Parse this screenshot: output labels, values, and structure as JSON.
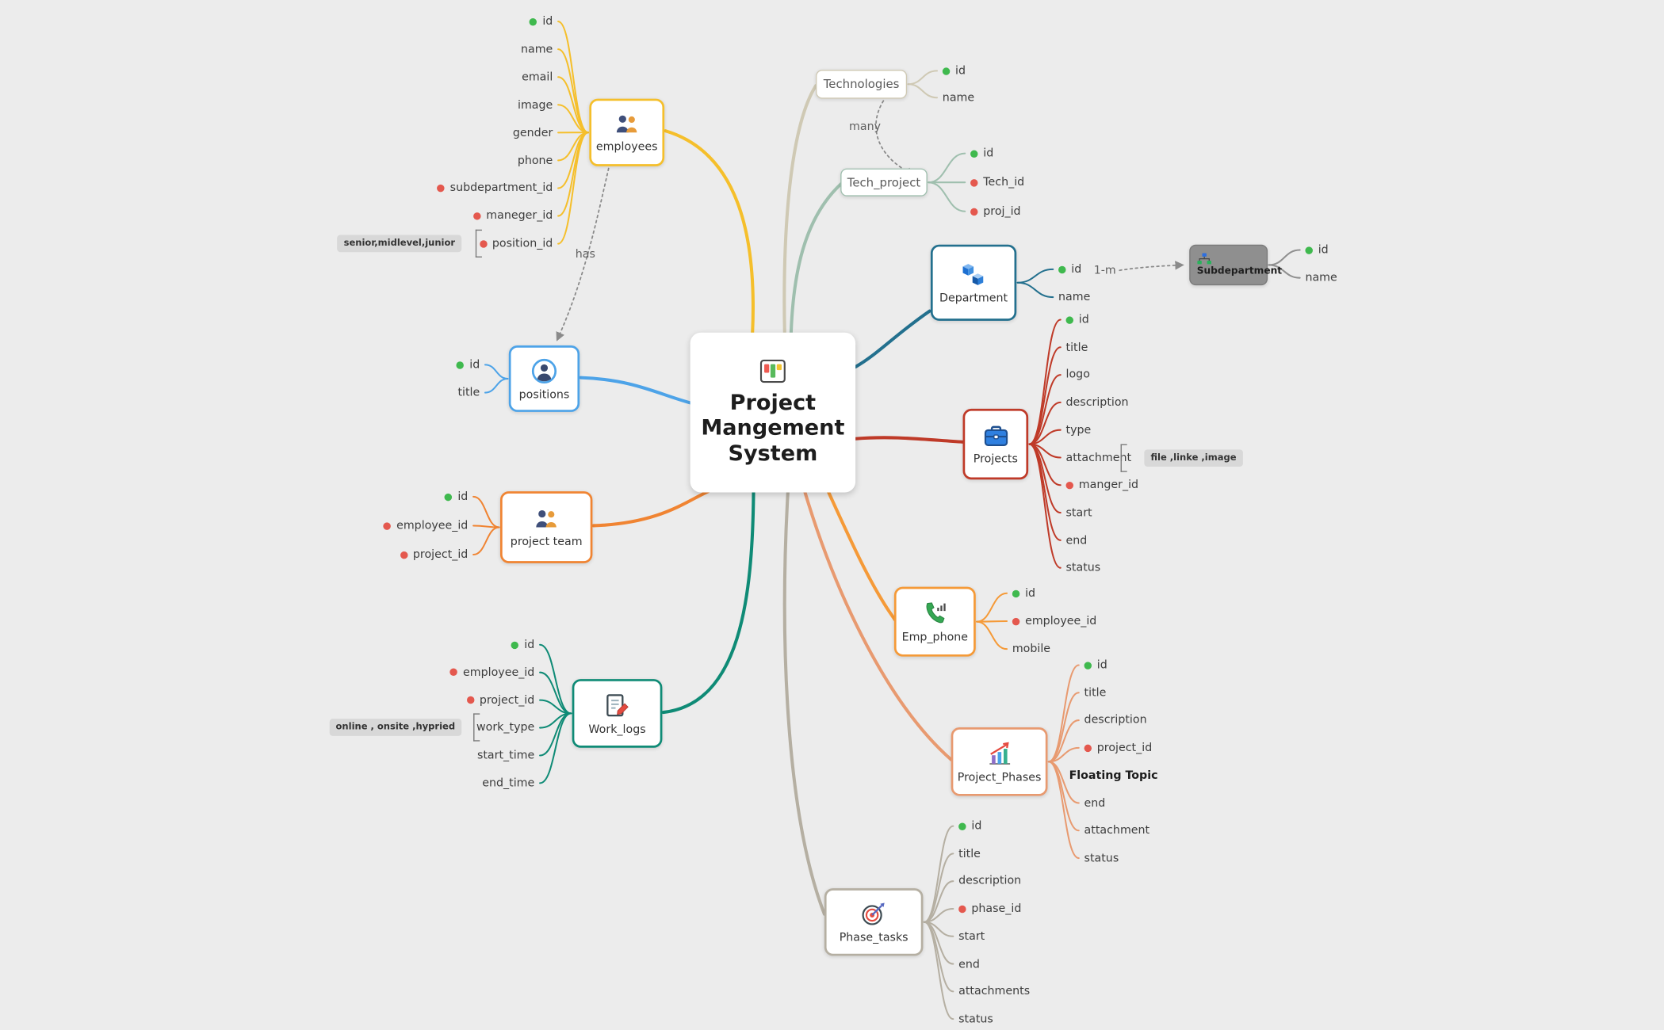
{
  "diagram": {
    "type": "mindmap"
  },
  "center": {
    "title": "Project Mangement System"
  },
  "colors": {
    "background": "#ececec",
    "primary_key_dot": "#3fb94e",
    "foreign_key_dot": "#e4584e",
    "note_chip_bg": "#d8d8d8",
    "relation_line": "#8a8a8a"
  },
  "entities": [
    {
      "label": "employees",
      "accent": "#f5bf2b",
      "fields": [
        {
          "name": "id",
          "key": "pk"
        },
        {
          "name": "name"
        },
        {
          "name": "email"
        },
        {
          "name": "image"
        },
        {
          "name": "gender"
        },
        {
          "name": "phone"
        },
        {
          "name": "subdepartment_id",
          "key": "fk"
        },
        {
          "name": "maneger_id",
          "key": "fk"
        },
        {
          "name": "position_id",
          "key": "fk",
          "note": "senior,midlevel,junior"
        }
      ]
    },
    {
      "label": "positions",
      "accent": "#4da3e8",
      "fields": [
        {
          "name": "id",
          "key": "pk"
        },
        {
          "name": "title"
        }
      ]
    },
    {
      "label": "project team",
      "accent": "#f08432",
      "fields": [
        {
          "name": "id",
          "key": "pk"
        },
        {
          "name": "employee_id",
          "key": "fk"
        },
        {
          "name": "project_id",
          "key": "fk"
        }
      ]
    },
    {
      "label": "Work_logs",
      "accent": "#0f8b76",
      "fields": [
        {
          "name": "id",
          "key": "pk"
        },
        {
          "name": "employee_id",
          "key": "fk"
        },
        {
          "name": "project_id",
          "key": "fk"
        },
        {
          "name": "work_type",
          "note": "online , onsite ,hypried"
        },
        {
          "name": "start_time"
        },
        {
          "name": "end_time"
        }
      ]
    },
    {
      "label": "Technologies",
      "accent": "#cfc9b4",
      "fields": [
        {
          "name": "id",
          "key": "pk"
        },
        {
          "name": "name"
        }
      ]
    },
    {
      "label": "Tech_project",
      "accent": "#9fbfae",
      "fields": [
        {
          "name": "id",
          "key": "pk"
        },
        {
          "name": "Tech_id",
          "key": "fk"
        },
        {
          "name": "proj_id",
          "key": "fk"
        }
      ]
    },
    {
      "label": "Department",
      "accent": "#23708e",
      "fields": [
        {
          "name": "id",
          "key": "pk"
        },
        {
          "name": "name"
        }
      ]
    },
    {
      "label": "Subdepartment",
      "accent": "#8f8f8f",
      "fields": [
        {
          "name": "id",
          "key": "pk"
        },
        {
          "name": "name"
        }
      ]
    },
    {
      "label": "Projects",
      "accent": "#bf3a28",
      "fields": [
        {
          "name": "id",
          "key": "pk"
        },
        {
          "name": "title"
        },
        {
          "name": "logo"
        },
        {
          "name": "description"
        },
        {
          "name": "type"
        },
        {
          "name": "attachment",
          "note": "file ,linke ,image"
        },
        {
          "name": "manger_id",
          "key": "fk"
        },
        {
          "name": "start"
        },
        {
          "name": "end"
        },
        {
          "name": "status"
        }
      ]
    },
    {
      "label": "Emp_phone",
      "accent": "#f59a38",
      "fields": [
        {
          "name": "id",
          "key": "pk"
        },
        {
          "name": "employee_id",
          "key": "fk"
        },
        {
          "name": "mobile"
        }
      ]
    },
    {
      "label": "Project_Phases",
      "accent": "#e89a70",
      "fields": [
        {
          "name": "id",
          "key": "pk"
        },
        {
          "name": "title"
        },
        {
          "name": "description"
        },
        {
          "name": "project_id",
          "key": "fk"
        },
        {
          "name": "Floating Topic",
          "floating": true
        },
        {
          "name": "end"
        },
        {
          "name": "attachment"
        },
        {
          "name": "status"
        }
      ]
    },
    {
      "label": "Phase_tasks",
      "accent": "#b5afa2",
      "fields": [
        {
          "name": "id",
          "key": "pk"
        },
        {
          "name": "title"
        },
        {
          "name": "description"
        },
        {
          "name": "phase_id",
          "key": "fk"
        },
        {
          "name": "start"
        },
        {
          "name": "end"
        },
        {
          "name": "attachments"
        },
        {
          "name": "status"
        }
      ]
    }
  ],
  "relations": [
    {
      "from": "employees",
      "to": "positions",
      "label": "has"
    },
    {
      "from": "Technologies",
      "to": "Tech_project",
      "label": "many"
    },
    {
      "from": "Department",
      "to": "Subdepartment",
      "label": "1-m"
    }
  ]
}
